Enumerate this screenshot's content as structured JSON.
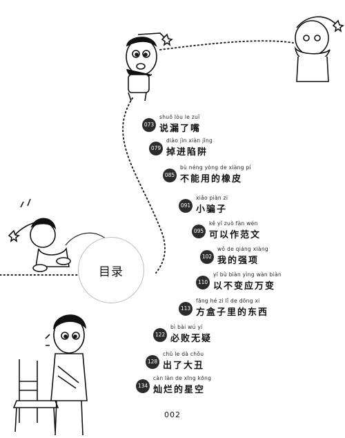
{
  "heading": "目录",
  "page_number": "002",
  "toc": [
    {
      "page": "073",
      "pinyin": "shuō lòu le zuǐ",
      "title": "说漏了嘴"
    },
    {
      "page": "079",
      "pinyin": "diào jìn xiàn jǐng",
      "title": "掉进陷阱"
    },
    {
      "page": "085",
      "pinyin": "bù néng yòng de xiàng pí",
      "title": "不能用的橡皮"
    },
    {
      "page": "091",
      "pinyin": "xiǎo piàn zi",
      "title": "小骗子"
    },
    {
      "page": "095",
      "pinyin": "kě yǐ zuò fàn wén",
      "title": "可以作范文"
    },
    {
      "page": "102",
      "pinyin": "wǒ de qiáng xiàng",
      "title": "我的强项"
    },
    {
      "page": "110",
      "pinyin": "yǐ bù biàn yìng wàn biàn",
      "title": "以不变应万变"
    },
    {
      "page": "113",
      "pinyin": "fāng hé zi lǐ de dōng xi",
      "title": "方盒子里的东西"
    },
    {
      "page": "122",
      "pinyin": "bì bài wú yí",
      "title": "必败无疑"
    },
    {
      "page": "128",
      "pinyin": "chū le dà chǒu",
      "title": "出了大丑"
    },
    {
      "page": "134",
      "pinyin": "càn làn de xīng kōng",
      "title": "灿烂的星空"
    }
  ]
}
